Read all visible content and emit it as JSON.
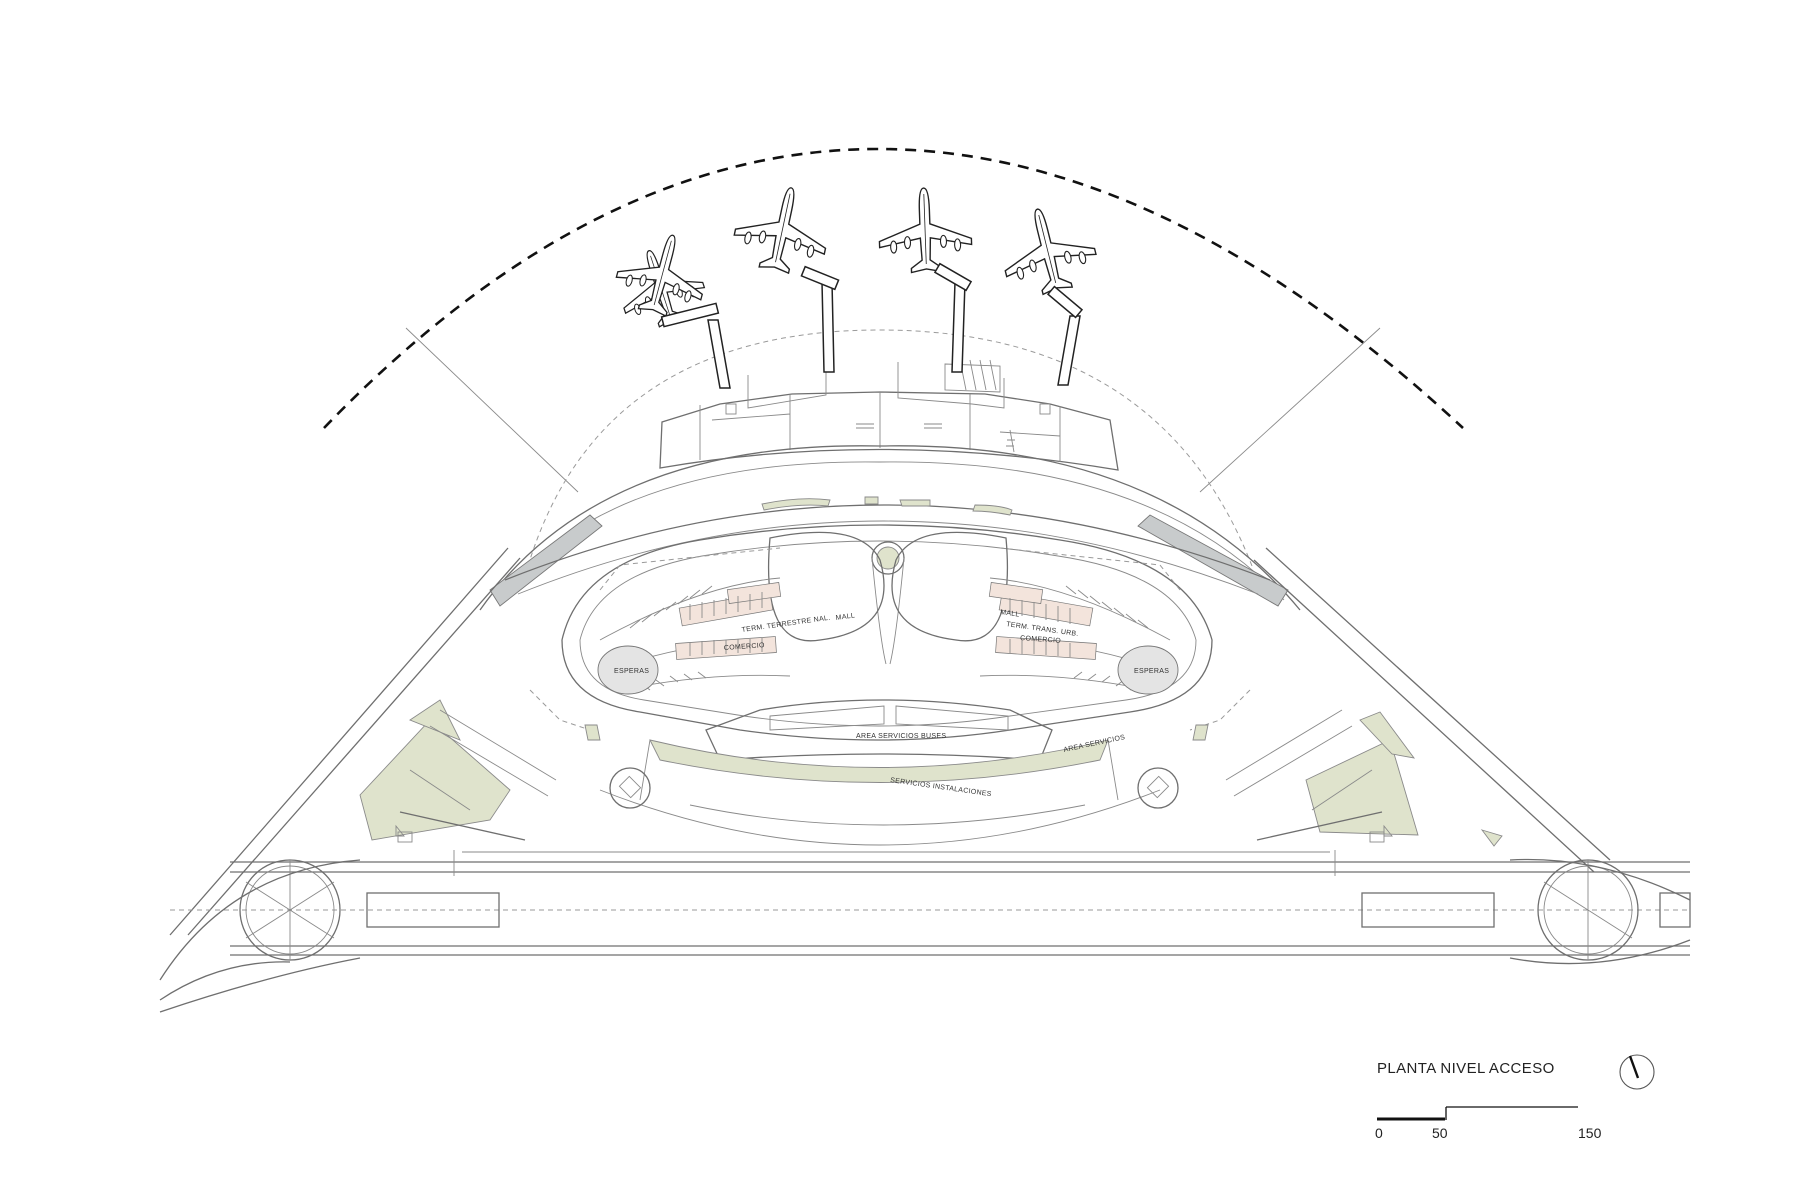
{
  "drawing_title": "PLANTA NIVEL ACCESO",
  "labels": {
    "mall_left": "MALL",
    "term_terrestre_nal": "TERM. TERRESTRE NAL.",
    "comercio_left": "COMERCIO",
    "mall_right": "MALL",
    "term_trans_urb": "TERM. TRANS. URB.",
    "comercio_right": "COMERCIO",
    "esperas_left": "ESPERAS",
    "esperas_right": "ESPERAS",
    "area_servicios_buses": "AREA SERVICIOS BUSES",
    "area_servicios": "AREA SERVICIOS",
    "servicios_instalaciones": "SERVICIOS INSTALACIONES"
  },
  "scale_bar": {
    "tick_0": "0",
    "tick_1": "50",
    "tick_2": "150"
  },
  "icons": {
    "north_arrow": "north-arrow-icon",
    "aircraft": "aircraft-icon"
  },
  "colors": {
    "landscape_green": "#dfe3cc",
    "roof_grey": "#c8cbcc",
    "retail_pink": "#f3e4dc"
  }
}
